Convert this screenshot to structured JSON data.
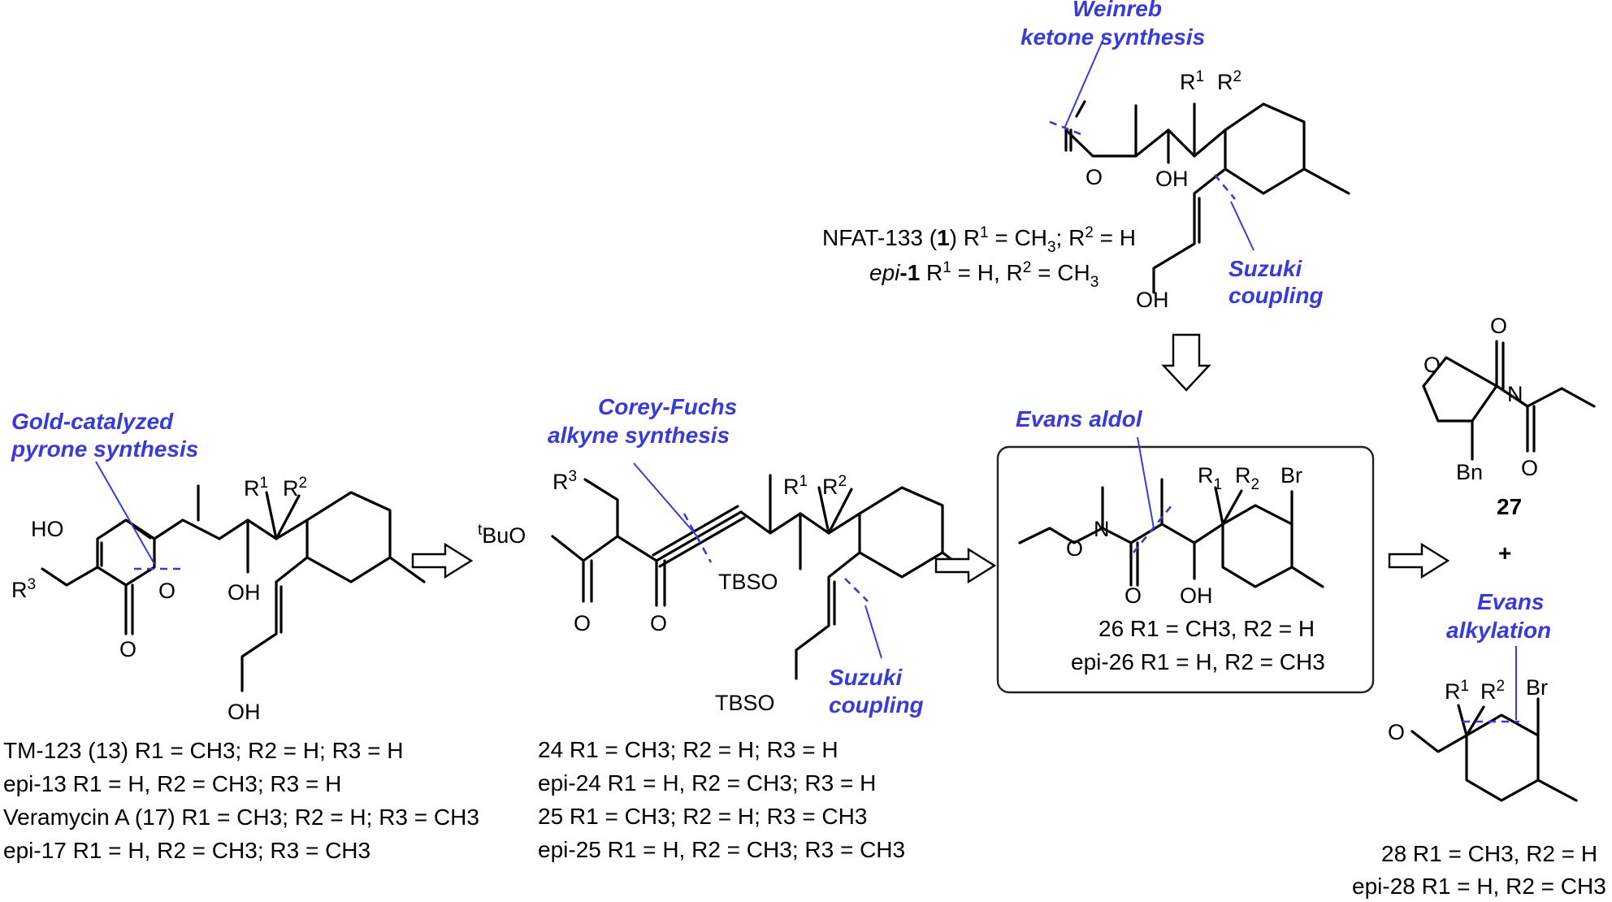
{
  "annotations": {
    "weinreb": [
      "Weinreb",
      "ketone synthesis"
    ],
    "suzuki": [
      "Suzuki",
      "coupling"
    ],
    "gold": [
      "Gold-catalyzed",
      "pyrone synthesis"
    ],
    "corey": [
      "Corey-Fuchs",
      "alkyne synthesis"
    ],
    "evans_aldol": "Evans aldol",
    "evans_alkylation": [
      "Evans",
      "alkylation"
    ]
  },
  "compounds": {
    "nfat": {
      "name": "NFAT-133 (",
      "num": "1",
      "rest": ")  R",
      "r1": "1",
      "eq1": " = CH",
      "ch3": "3",
      "eq2": "; R",
      "r2": "2",
      "eq3": " = H"
    },
    "epi1": {
      "epi": "epi",
      "num": "-1",
      "rest": "  R",
      "r1": "1",
      "eq1": " = H, R",
      "r2": "2",
      "eq2": " = CH",
      "ch3": "3"
    },
    "tm123": "TM-123 (13)  R1 = CH3; R2 = H; R3 = H",
    "epi13": "epi-13  R1 = H, R2 = CH3; R3 = H",
    "veramycin": "Veramycin A (17)  R1 = CH3; R2 = H; R3 = CH3",
    "epi17": "epi-17  R1 = H, R2 = CH3; R3 = CH3",
    "c24": "24  R1 = CH3; R2 = H; R3 = H",
    "epi24": "epi-24  R1 = H, R2 = CH3; R3 = H",
    "c25": "25  R1 = CH3; R2 = H; R3 = CH3",
    "epi25": "epi-25  R1 = H, R2 = CH3; R3 = CH3",
    "c26": "26  R1 = CH3, R2 = H",
    "epi26": "epi-26  R1 = H, R2 = CH3",
    "c27": "27",
    "plus": "+",
    "c28": "28  R1 = CH3, R2 = H",
    "epi28": "epi-28  R1 = H, R2 = CH3"
  },
  "atoms": {
    "O": "O",
    "OH": "OH",
    "HO": "HO",
    "Br": "Br",
    "Bn": "Bn",
    "N": "N",
    "TBSO": "TBSO",
    "tBuO": "BuO",
    "t": "t",
    "R1": "R",
    "R2": "R",
    "R3": "R",
    "s1": "1",
    "s2": "2",
    "s3": "3"
  }
}
